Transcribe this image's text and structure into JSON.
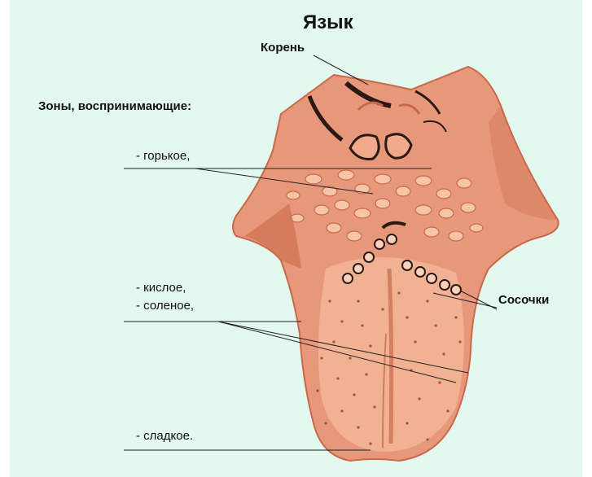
{
  "title": "Язык",
  "labels": {
    "root": "Корень",
    "zones_heading": "Зоны, воспринимающие:",
    "bitter": "- горькое,",
    "sour": "- кислое,",
    "salty": "- соленое,",
    "sweet": "- сладкое.",
    "papillae": "Сосочки"
  },
  "colors": {
    "background": "#e3f8ee",
    "tongue_base": "#e8987a",
    "tongue_light": "#f3b99b",
    "tongue_dark": "#c9694a",
    "outline": "#2b1a14"
  }
}
